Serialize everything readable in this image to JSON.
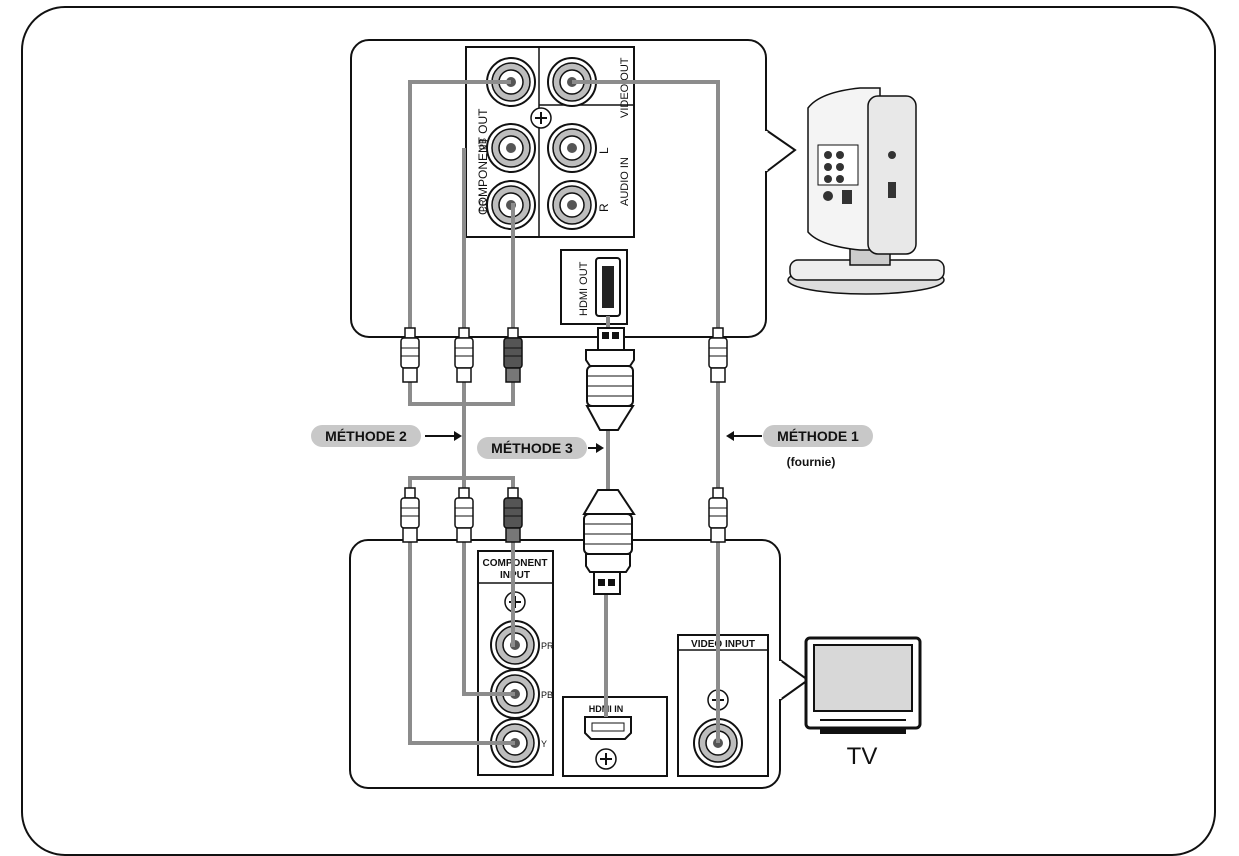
{
  "player_panel": {
    "component_out_label": "COMPONENT OUT",
    "pb_label": "PB",
    "pr_label": "PR",
    "video_out_label": "VIDEO OUT",
    "audio_in_label": "AUDIO IN",
    "l_label": "L",
    "r_label": "R",
    "hdmi_out_label": "HDMI OUT"
  },
  "tv_panel": {
    "component_input_line1": "COMPONENT",
    "component_input_line2": "INPUT",
    "pr_label": "PR",
    "pb_label": "PB",
    "y_label": "Y",
    "hdmi_in_label": "HDMI IN",
    "video_input_label": "VIDEO INPUT",
    "tv_label": "TV"
  },
  "methods": {
    "method1": "MÉTHODE 1",
    "method1_note": "(fournie)",
    "method2": "MÉTHODE 2",
    "method3": "MÉTHODE 3"
  },
  "colors": {
    "cable": "#8c8c8c",
    "label_bg": "#c8c8c8",
    "outline": "#111111"
  }
}
